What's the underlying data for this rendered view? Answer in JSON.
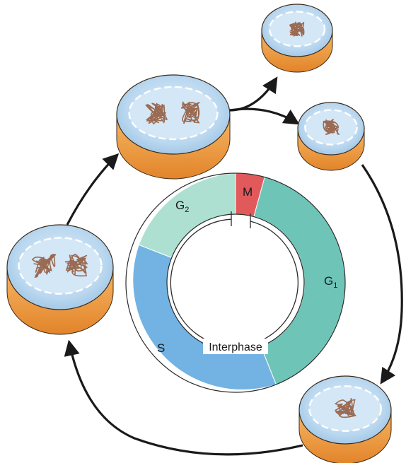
{
  "cycle_phases": [
    {
      "id": "m",
      "label": "M",
      "subscript": "",
      "color": "#e2595c"
    },
    {
      "id": "g1",
      "label": "G",
      "subscript": "1",
      "color": "#6fc4b8"
    },
    {
      "id": "s",
      "label": "S",
      "subscript": "",
      "color": "#73b3e3"
    },
    {
      "id": "g2",
      "label": "G",
      "subscript": "2",
      "color": "#aee0d2"
    }
  ],
  "interphase_label": "Interphase",
  "colors": {
    "cell_top": "#b9d7ef",
    "cell_top_inner": "#d8eaf8",
    "cell_side": "#f2a24a",
    "cell_side_dark": "#e48a2c",
    "chromatin": "#9a6a52",
    "arrow": "#1a1a1a"
  }
}
